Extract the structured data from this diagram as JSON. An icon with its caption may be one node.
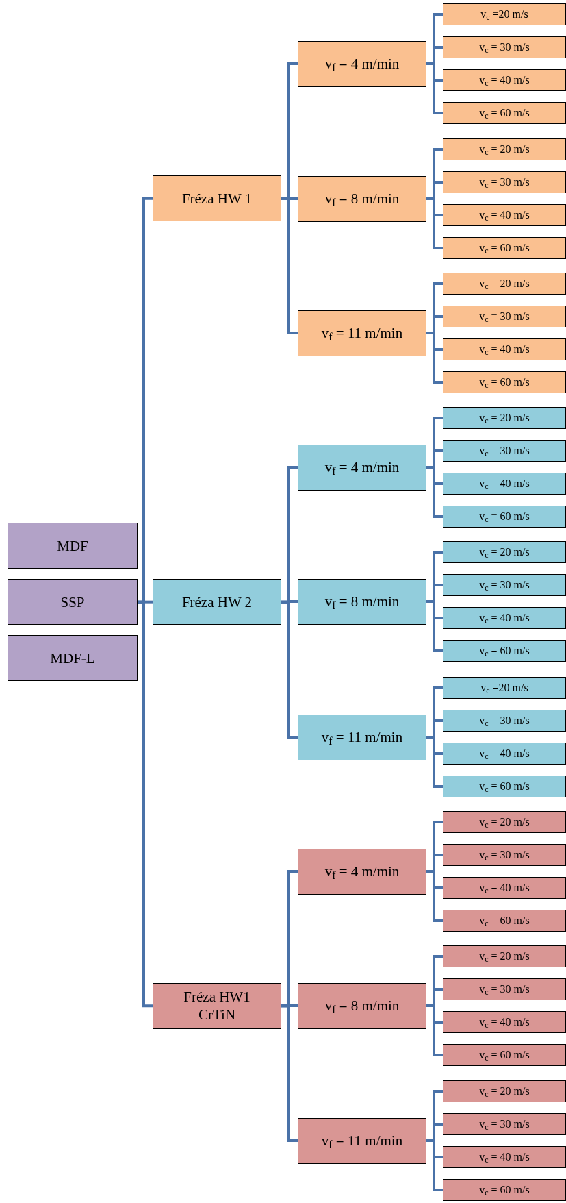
{
  "diagram": {
    "nodes": [
      {
        "text": [
          "MDF"
        ]
      },
      {
        "text": [
          "SSP"
        ]
      },
      {
        "text": [
          "MDF-L"
        ]
      },
      {
        "text": [
          "Fréza HW 1"
        ]
      },
      {
        "text": [
          "v$_{f}$ = 4 m/min"
        ]
      },
      {
        "text": [
          "v$_{c}$ =20 m/s"
        ]
      },
      {
        "text": [
          "v$_{c}$ = 30 m/s"
        ]
      },
      {
        "text": [
          "v$_{c}$ = 40 m/s"
        ]
      },
      {
        "text": [
          "v$_{c}$ = 60 m/s"
        ]
      },
      {
        "text": [
          "v$_{f}$ = 8 m/min"
        ]
      },
      {
        "text": [
          "v$_{c}$ = 20 m/s"
        ]
      },
      {
        "text": [
          "v$_{c}$ = 30 m/s"
        ]
      },
      {
        "text": [
          "v$_{c}$ = 40 m/s"
        ]
      },
      {
        "text": [
          "v$_{c}$ = 60 m/s"
        ]
      },
      {
        "text": [
          "v$_{f}$ = 11 m/min"
        ]
      },
      {
        "text": [
          "v$_{c}$ = 20 m/s"
        ]
      },
      {
        "text": [
          "v$_{c}$ = 30 m/s"
        ]
      },
      {
        "text": [
          "v$_{c}$ = 40 m/s"
        ]
      },
      {
        "text": [
          "v$_{c}$ = 60 m/s"
        ]
      },
      {
        "text": [
          "Fréza HW 2"
        ]
      },
      {
        "text": [
          "v$_{f}$ = 4 m/min"
        ]
      },
      {
        "text": [
          "v$_{c}$ = 20 m/s"
        ]
      },
      {
        "text": [
          "v$_{c}$ = 30 m/s"
        ]
      },
      {
        "text": [
          "v$_{c}$ = 40 m/s"
        ]
      },
      {
        "text": [
          "v$_{c}$ = 60 m/s"
        ]
      },
      {
        "text": [
          "v$_{f}$ = 8 m/min"
        ]
      },
      {
        "text": [
          "v$_{c}$ = 20 m/s"
        ]
      },
      {
        "text": [
          "v$_{c}$ = 30 m/s"
        ]
      },
      {
        "text": [
          "v$_{c}$ = 40 m/s"
        ]
      },
      {
        "text": [
          "v$_{c}$ = 60 m/s"
        ]
      },
      {
        "text": [
          "v$_{f}$ = 11 m/min"
        ]
      },
      {
        "text": [
          "v$_{c}$ =20 m/s"
        ]
      },
      {
        "text": [
          "v$_{c}$ = 30 m/s"
        ]
      },
      {
        "text": [
          "v$_{c}$ = 40 m/s"
        ]
      },
      {
        "text": [
          "v$_{c}$ = 60 m/s"
        ]
      },
      {
        "text": [
          "Fréza HW1 CrTiN"
        ]
      },
      {
        "text": [
          "v$_{f}$ = 4 m/min"
        ]
      },
      {
        "text": [
          "v$_{c}$ = 20 m/s"
        ]
      },
      {
        "text": [
          "v$_{c}$ = 30 m/s"
        ]
      },
      {
        "text": [
          "v$_{c}$ = 40 m/s"
        ]
      },
      {
        "text": [
          "v$_{c}$ = 60 m/s"
        ]
      },
      {
        "text": [
          "v$_{f}$ = 8 m/min"
        ]
      },
      {
        "text": [
          "v$_{c}$ = 20 m/s"
        ]
      },
      {
        "text": [
          "v$_{c}$ = 30 m/s"
        ]
      },
      {
        "text": [
          "v$_{c}$ = 40 m/s"
        ]
      },
      {
        "text": [
          "v$_{c}$ = 60 m/s"
        ]
      },
      {
        "text": [
          "v$_{f}$ = 11 m/min"
        ]
      },
      {
        "text": [
          "v$_{c}$ = 20 m/s"
        ]
      },
      {
        "text": [
          "v$_{c}$ = 30 m/s"
        ]
      },
      {
        "text": [
          "v$_{c}$ = 40 m/s"
        ]
      },
      {
        "text": [
          "v$_{c}$ = 60 m/s"
        ]
      }
    ],
    "edges": [
      {
        "from": 1,
        "to": 3,
        "arrow": "none"
      },
      {
        "from": 1,
        "to": 19,
        "arrow": "none"
      },
      {
        "from": 1,
        "to": 35,
        "arrow": "none"
      },
      {
        "from": 3,
        "to": 4,
        "arrow": "none"
      },
      {
        "from": 3,
        "to": 9,
        "arrow": "none"
      },
      {
        "from": 3,
        "to": 14,
        "arrow": "none"
      },
      {
        "from": 19,
        "to": 20,
        "arrow": "none"
      },
      {
        "from": 19,
        "to": 25,
        "arrow": "none"
      },
      {
        "from": 19,
        "to": 30,
        "arrow": "none"
      },
      {
        "from": 35,
        "to": 36,
        "arrow": "none"
      },
      {
        "from": 35,
        "to": 41,
        "arrow": "none"
      },
      {
        "from": 35,
        "to": 46,
        "arrow": "none"
      },
      {
        "from": 4,
        "to": 5,
        "arrow": "none"
      },
      {
        "from": 4,
        "to": 6,
        "arrow": "none"
      },
      {
        "from": 4,
        "to": 7,
        "arrow": "none"
      },
      {
        "from": 4,
        "to": 8,
        "arrow": "none"
      },
      {
        "from": 9,
        "to": 10,
        "arrow": "none"
      },
      {
        "from": 9,
        "to": 11,
        "arrow": "none"
      },
      {
        "from": 9,
        "to": 12,
        "arrow": "none"
      },
      {
        "from": 9,
        "to": 13,
        "arrow": "none"
      },
      {
        "from": 14,
        "to": 15,
        "arrow": "none"
      },
      {
        "from": 14,
        "to": 16,
        "arrow": "none"
      },
      {
        "from": 14,
        "to": 17,
        "arrow": "none"
      },
      {
        "from": 14,
        "to": 18,
        "arrow": "none"
      },
      {
        "from": 20,
        "to": 21,
        "arrow": "none"
      },
      {
        "from": 20,
        "to": 22,
        "arrow": "none"
      },
      {
        "from": 20,
        "to": 23,
        "arrow": "none"
      },
      {
        "from": 20,
        "to": 24,
        "arrow": "none"
      },
      {
        "from": 25,
        "to": 26,
        "arrow": "none"
      },
      {
        "from": 25,
        "to": 27,
        "arrow": "none"
      },
      {
        "from": 25,
        "to": 28,
        "arrow": "none"
      },
      {
        "from": 25,
        "to": 29,
        "arrow": "none"
      },
      {
        "from": 30,
        "to": 31,
        "arrow": "none"
      },
      {
        "from": 30,
        "to": 32,
        "arrow": "none"
      },
      {
        "from": 30,
        "to": 33,
        "arrow": "none"
      },
      {
        "from": 30,
        "to": 34,
        "arrow": "none"
      },
      {
        "from": 36,
        "to": 37,
        "arrow": "none"
      },
      {
        "from": 36,
        "to": 38,
        "arrow": "none"
      },
      {
        "from": 36,
        "to": 39,
        "arrow": "none"
      },
      {
        "from": 36,
        "to": 40,
        "arrow": "none"
      },
      {
        "from": 41,
        "to": 42,
        "arrow": "none"
      },
      {
        "from": 41,
        "to": 43,
        "arrow": "none"
      },
      {
        "from": 41,
        "to": 44,
        "arrow": "none"
      },
      {
        "from": 41,
        "to": 45,
        "arrow": "none"
      },
      {
        "from": 46,
        "to": 47,
        "arrow": "none"
      },
      {
        "from": 46,
        "to": 48,
        "arrow": "none"
      },
      {
        "from": 46,
        "to": 49,
        "arrow": "none"
      },
      {
        "from": 46,
        "to": 50,
        "arrow": "none"
      }
    ]
  }
}
